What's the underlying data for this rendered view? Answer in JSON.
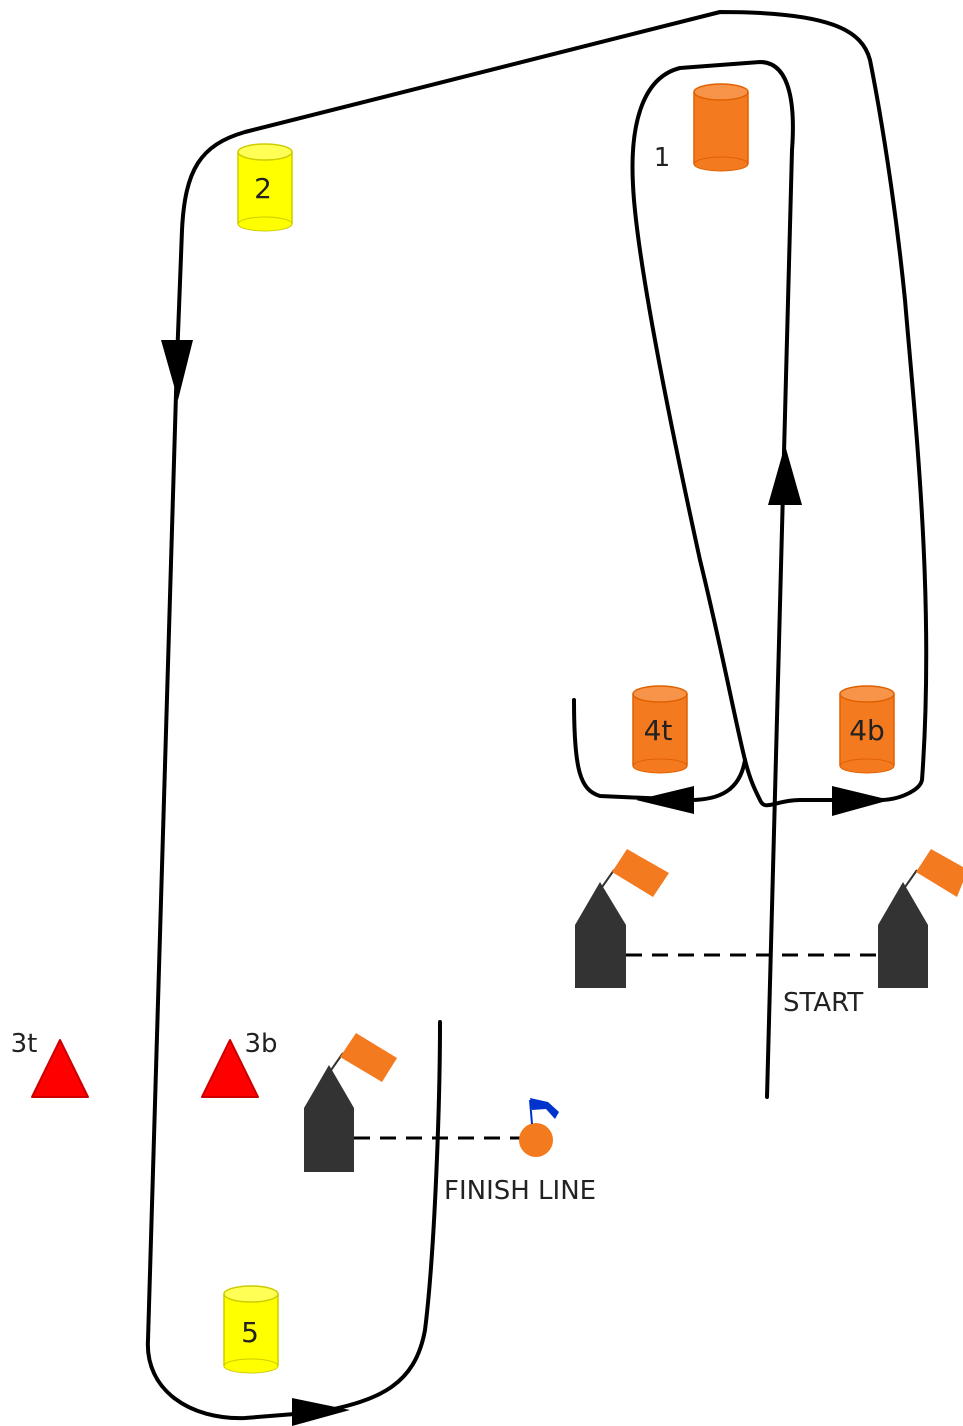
{
  "colors": {
    "background": "#ffffff",
    "course_line": "#000000",
    "orange_mark": "#f47a20",
    "yellow_mark": "#ffff00",
    "red_mark": "#ff0000",
    "committee_boat": "#333333",
    "flag_orange": "#f47a20",
    "flag_blue": "#0033cc"
  },
  "marks": {
    "m1": {
      "label": "1",
      "color": "orange",
      "shape": "cylinder"
    },
    "m2": {
      "label": "2",
      "color": "yellow",
      "shape": "cylinder"
    },
    "m3t": {
      "label": "3t",
      "color": "red",
      "shape": "triangle"
    },
    "m3b": {
      "label": "3b",
      "color": "red",
      "shape": "triangle"
    },
    "m4t": {
      "label": "4t",
      "color": "orange",
      "shape": "cylinder"
    },
    "m4b": {
      "label": "4b",
      "color": "orange",
      "shape": "cylinder"
    },
    "m5": {
      "label": "5",
      "color": "yellow",
      "shape": "cylinder"
    }
  },
  "lines": {
    "start": "START",
    "finish": "FINISH LINE"
  },
  "icons": [
    "committee-boat-icon",
    "orange-flag-icon",
    "blue-flag-icon",
    "pin-buoy-icon",
    "direction-arrow-icon"
  ]
}
